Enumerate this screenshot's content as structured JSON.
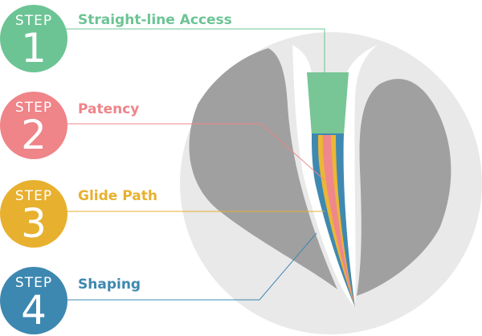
{
  "steps": [
    {
      "word": "STEP",
      "number": "1",
      "label": "Straight-line Access",
      "color": "#6cc494"
    },
    {
      "word": "STEP",
      "number": "2",
      "label": "Patency",
      "color": "#ef8489"
    },
    {
      "word": "STEP",
      "number": "3",
      "label": "Glide Path",
      "color": "#e8b02f"
    },
    {
      "word": "STEP",
      "number": "4",
      "label": "Shaping",
      "color": "#3d88b0"
    }
  ],
  "colors": {
    "background_circle": "#e9e9e9",
    "tooth": "#a0a0a0",
    "gum": "#ffffff",
    "access": "#78c596",
    "canal_outer": "#3f89b1",
    "glide": "#ecb636",
    "patency": "#f0878c"
  }
}
